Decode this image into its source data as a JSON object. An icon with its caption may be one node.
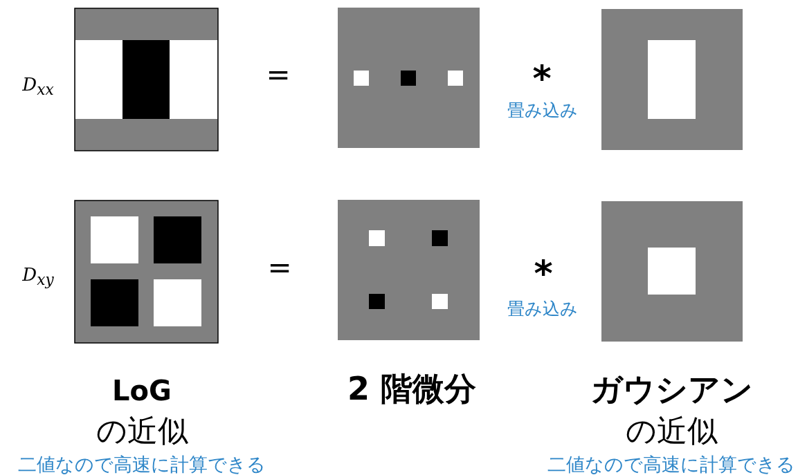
{
  "diagram": {
    "labels": [
      "D$_{xx}$",
      "=",
      "*",
      "畳み込み",
      "D$_{xy}$",
      "=",
      "*",
      "畳み込み",
      "LoG",
      "2 階微分",
      "ガウシアン",
      "の近似",
      "の近似",
      "二値なので高速に計算できる",
      "二値なので高速に計算できる"
    ]
  }
}
